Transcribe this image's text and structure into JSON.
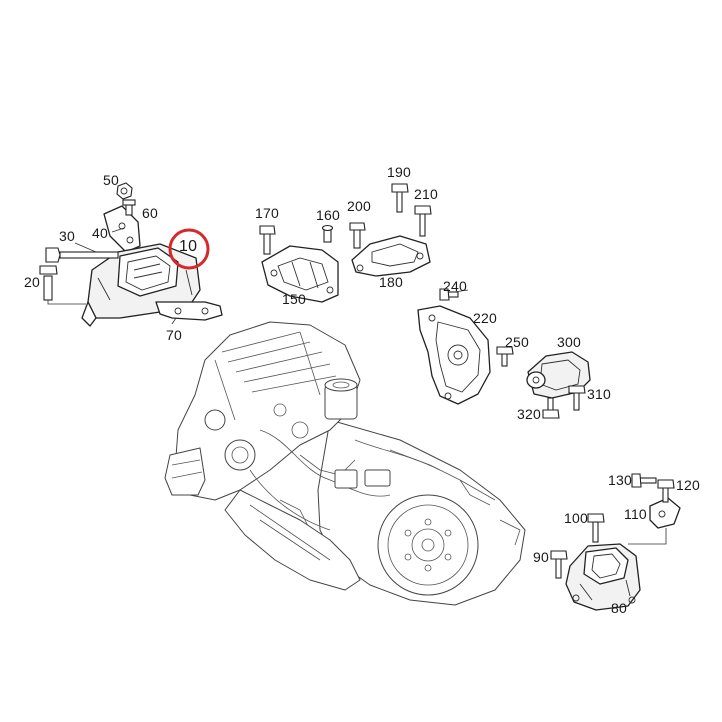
{
  "diagram": {
    "highlight_color": "#d42a2a",
    "highlighted_callout": "10",
    "callouts": {
      "c10": "10",
      "c20": "20",
      "c30": "30",
      "c40": "40",
      "c50": "50",
      "c60": "60",
      "c70": "70",
      "c80": "80",
      "c90": "90",
      "c100": "100",
      "c110": "110",
      "c120": "120",
      "c130": "130",
      "c150": "150",
      "c160": "160",
      "c170": "170",
      "c180": "180",
      "c190": "190",
      "c200": "200",
      "c210": "210",
      "c220": "220",
      "c240": "240",
      "c250": "250",
      "c300": "300",
      "c310": "310",
      "c320": "320"
    }
  }
}
